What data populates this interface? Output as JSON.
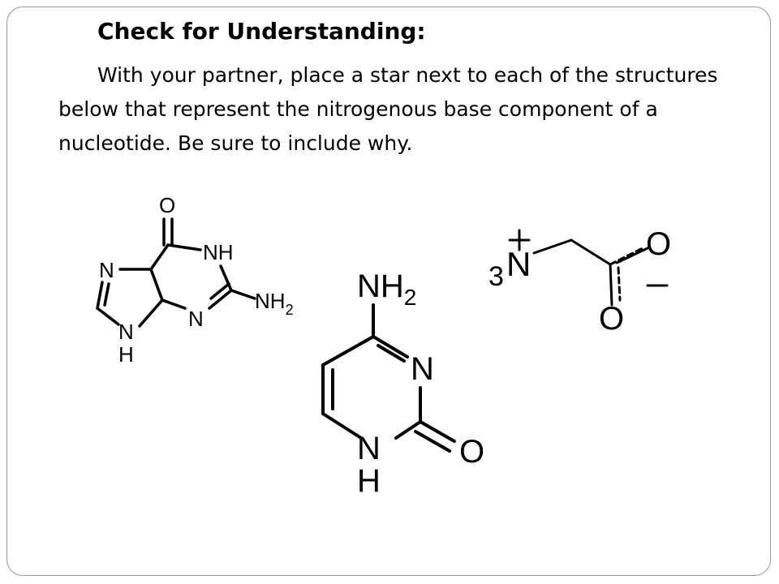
{
  "slide": {
    "title": "Check for Understanding:",
    "body": "With your partner, place a star next to each of the structures below that represent the nitrogenous base component of a nucleotide.  Be sure to include why."
  },
  "molecules": {
    "guanine": {
      "o": "O",
      "nh": "NH",
      "n_ring_left": "N",
      "n_ring_bottom": "N",
      "nh_bottom": "N",
      "h_bottom": "H",
      "nh2_main": "NH",
      "nh2_sub": "2"
    },
    "cytosine": {
      "nh2_main": "NH",
      "nh2_sub": "2",
      "n_ring": "N",
      "nh_n": "N",
      "nh_h": "H",
      "o": "O"
    },
    "amino_acid": {
      "charge_plus": "+",
      "n_prefix": "3",
      "n": "N",
      "o_top": "O",
      "o_bottom": "O",
      "charge_minus": "–"
    }
  }
}
